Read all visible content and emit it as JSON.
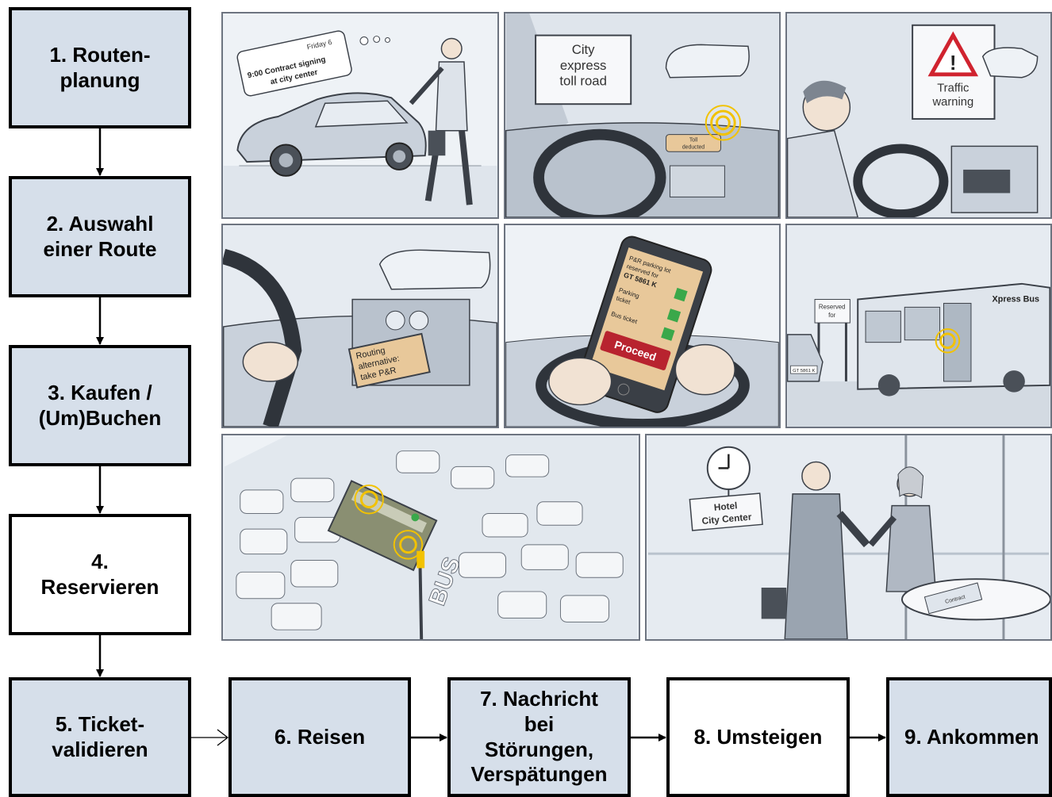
{
  "steps": [
    {
      "label": "1. Routen-\nplanung",
      "style": "blue"
    },
    {
      "label": "2. Auswahl\neiner Route",
      "style": "blue"
    },
    {
      "label": "3. Kaufen /\n(Um)Buchen",
      "style": "blue"
    },
    {
      "label": "4.\nReservieren",
      "style": "white"
    },
    {
      "label": "5. Ticket-\nvalidieren",
      "style": "blue"
    },
    {
      "label": "6. Reisen",
      "style": "blue"
    },
    {
      "label": "7. Nachricht\nbei\nStörungen,\nVerspätungen",
      "style": "blue"
    },
    {
      "label": "8. Umsteigen",
      "style": "white"
    },
    {
      "label": "9. Ankommen",
      "style": "blue"
    }
  ],
  "panels": {
    "p1": {
      "calendar_day": "Friday 6",
      "calendar_line1": "9:00 Contract signing",
      "calendar_line2": "at city center"
    },
    "p2": {
      "sign_line1": "City",
      "sign_line2": "express",
      "sign_line3": "toll road",
      "display_line1": "Toll",
      "display_line2": "deducted"
    },
    "p3": {
      "warning_line1": "Traffic",
      "warning_line2": "warning"
    },
    "p4": {
      "screen_line1": "Routing",
      "screen_line2": "alternative:",
      "screen_line3": "take P&R"
    },
    "p5": {
      "phone_line1": "P&R parking lot",
      "phone_line2": "reserved for",
      "phone_line3": "GT 5861 K",
      "phone_line4": "Parking",
      "phone_line5": "ticket",
      "phone_line6": "Bus ticket",
      "phone_button": "Proceed"
    },
    "p6": {
      "sign_line1": "Reserved",
      "sign_line2": "for",
      "bus_brand": "Xpress Bus",
      "plate": "GT 5861 K"
    },
    "p7": {
      "road_marking": "BUS"
    },
    "p8": {
      "hotel_line1": "Hotel",
      "hotel_line2": "City Center",
      "folder_label": "Contract"
    }
  },
  "colors": {
    "box_blue": "#d6dfea",
    "alert_yellow": "#f2c200",
    "proceed_red": "#b8232f",
    "check_green": "#3aa84a"
  }
}
